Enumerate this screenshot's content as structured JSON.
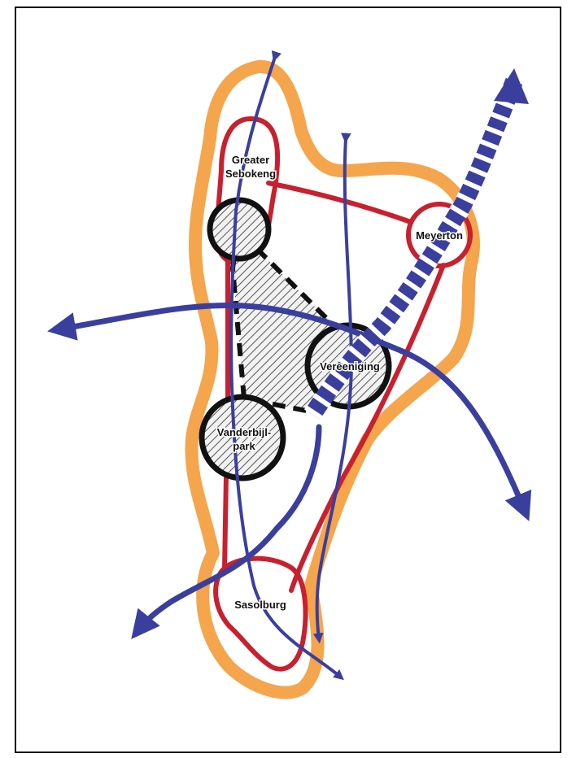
{
  "nodes": {
    "greater_sebokeng": [
      "Greater",
      "Sebokeng"
    ],
    "meyerton": "Meyerton",
    "vereeniging": "Vereeniging",
    "vanderbijlpark": [
      "Vanderbijl-",
      "park"
    ],
    "sasolburg": "Sasolburg"
  },
  "colors": {
    "urban_envelope": "#F5A54C",
    "node_ring": "#C8202E",
    "link": "#C8202E",
    "corridor_arrow": "#3A3F9E",
    "core_outline": "#111111",
    "hatch": "#555555"
  }
}
